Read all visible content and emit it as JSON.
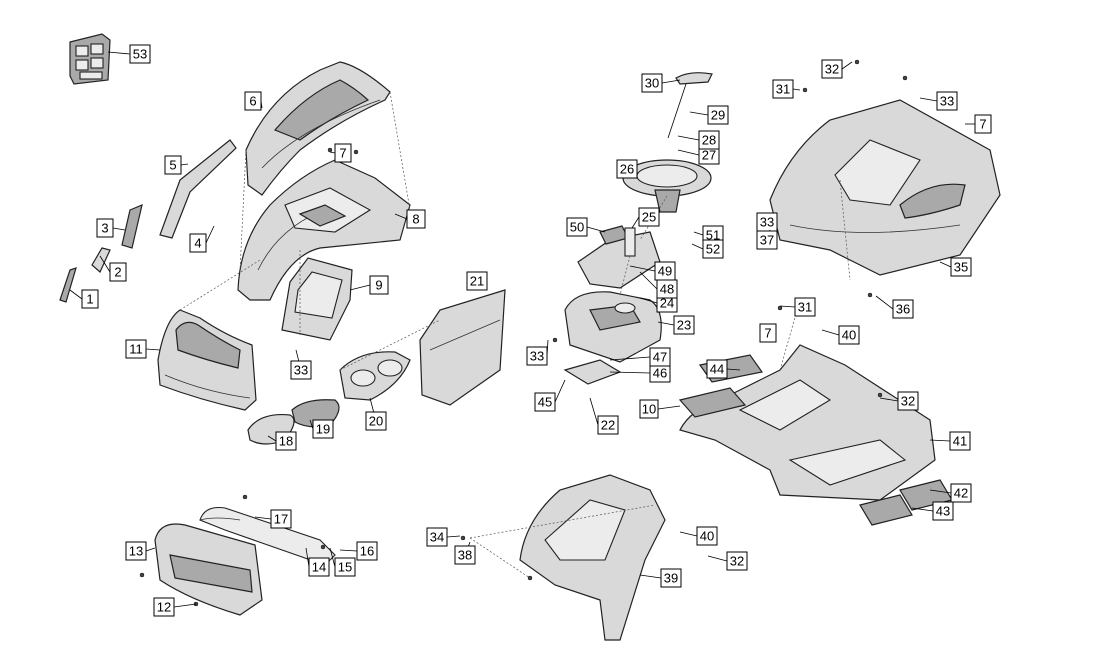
{
  "diagram": {
    "callouts": [
      {
        "id": "c1",
        "label": "1"
      },
      {
        "id": "c2",
        "label": "2"
      },
      {
        "id": "c3",
        "label": "3"
      },
      {
        "id": "c4",
        "label": "4"
      },
      {
        "id": "c5",
        "label": "5"
      },
      {
        "id": "c6",
        "label": "6"
      },
      {
        "id": "c7a",
        "label": "7"
      },
      {
        "id": "c7b",
        "label": "7"
      },
      {
        "id": "c7c",
        "label": "7"
      },
      {
        "id": "c8",
        "label": "8"
      },
      {
        "id": "c9",
        "label": "9"
      },
      {
        "id": "c10",
        "label": "10"
      },
      {
        "id": "c11",
        "label": "11"
      },
      {
        "id": "c12",
        "label": "12"
      },
      {
        "id": "c13",
        "label": "13"
      },
      {
        "id": "c14",
        "label": "14"
      },
      {
        "id": "c15",
        "label": "15"
      },
      {
        "id": "c16",
        "label": "16"
      },
      {
        "id": "c17",
        "label": "17"
      },
      {
        "id": "c18",
        "label": "18"
      },
      {
        "id": "c19",
        "label": "19"
      },
      {
        "id": "c20",
        "label": "20"
      },
      {
        "id": "c21",
        "label": "21"
      },
      {
        "id": "c22",
        "label": "22"
      },
      {
        "id": "c23",
        "label": "23"
      },
      {
        "id": "c24",
        "label": "24"
      },
      {
        "id": "c25",
        "label": "25"
      },
      {
        "id": "c26",
        "label": "26"
      },
      {
        "id": "c27",
        "label": "27"
      },
      {
        "id": "c28",
        "label": "28"
      },
      {
        "id": "c29",
        "label": "29"
      },
      {
        "id": "c30",
        "label": "30"
      },
      {
        "id": "c31a",
        "label": "31"
      },
      {
        "id": "c31b",
        "label": "31"
      },
      {
        "id": "c32a",
        "label": "32"
      },
      {
        "id": "c32b",
        "label": "32"
      },
      {
        "id": "c32c",
        "label": "32"
      },
      {
        "id": "c33a",
        "label": "33"
      },
      {
        "id": "c33b",
        "label": "33"
      },
      {
        "id": "c33c",
        "label": "33"
      },
      {
        "id": "c33d",
        "label": "33"
      },
      {
        "id": "c34",
        "label": "34"
      },
      {
        "id": "c35",
        "label": "35"
      },
      {
        "id": "c36",
        "label": "36"
      },
      {
        "id": "c37",
        "label": "37"
      },
      {
        "id": "c38",
        "label": "38"
      },
      {
        "id": "c39",
        "label": "39"
      },
      {
        "id": "c40a",
        "label": "40"
      },
      {
        "id": "c40b",
        "label": "40"
      },
      {
        "id": "c41",
        "label": "41"
      },
      {
        "id": "c42",
        "label": "42"
      },
      {
        "id": "c43",
        "label": "43"
      },
      {
        "id": "c44",
        "label": "44"
      },
      {
        "id": "c45",
        "label": "45"
      },
      {
        "id": "c46",
        "label": "46"
      },
      {
        "id": "c47",
        "label": "47"
      },
      {
        "id": "c48",
        "label": "48"
      },
      {
        "id": "c49",
        "label": "49"
      },
      {
        "id": "c50",
        "label": "50"
      },
      {
        "id": "c51",
        "label": "51"
      },
      {
        "id": "c52",
        "label": "52"
      },
      {
        "id": "c53",
        "label": "53"
      }
    ]
  }
}
